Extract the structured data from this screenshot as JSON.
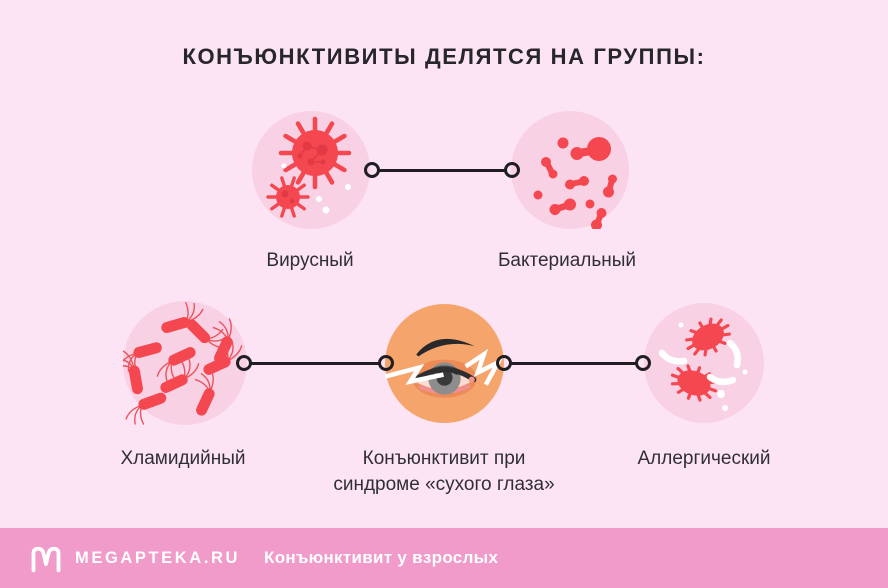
{
  "title": "КОНЪЮНКТИВИТЫ ДЕЛЯТСЯ НА ГРУППЫ:",
  "groups": [
    {
      "id": "viral",
      "label": "Вирусный",
      "icon": "virus-icon"
    },
    {
      "id": "bacterial",
      "label": "Бактериальный",
      "icon": "bacteria-icon"
    },
    {
      "id": "chlamydial",
      "label": "Хламидийный",
      "icon": "chlamydia-icon"
    },
    {
      "id": "dry-eye",
      "label": "Конъюнктивит при синдроме «сухого глаза»",
      "icon": "irritated-eye-icon"
    },
    {
      "id": "allergic",
      "label": "Аллергический",
      "icon": "allergen-icon"
    }
  ],
  "footer": {
    "brand": "MEGAPTEKA.RU",
    "topic": "Конъюнктивит у взрослых",
    "logo": "megapteka-logo"
  },
  "colors": {
    "background": "#FDE4F4",
    "circle_pink": "#F9D1E4",
    "pathogen_red": "#F4474F",
    "pathogen_red_dark": "#E23A44",
    "eye_circle_orange": "#F5A56C",
    "footer_pink": "#F09BCA",
    "connector_dark": "#1F1F23",
    "title_text": "#26262B",
    "label_text": "#2F2F34",
    "white": "#FFFFFF"
  }
}
